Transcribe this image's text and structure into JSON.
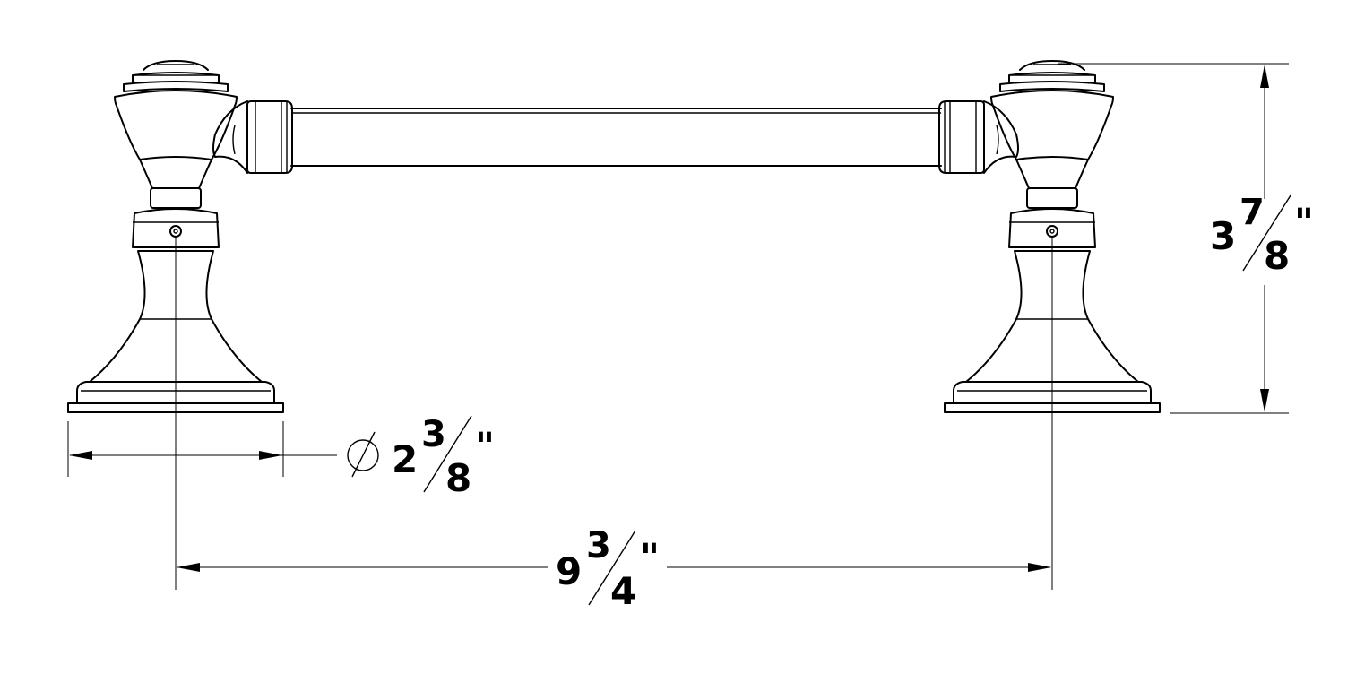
{
  "colors": {
    "stroke": "#000000",
    "background": "#ffffff"
  },
  "dimensions": {
    "height": {
      "whole": "3",
      "numerator": "7",
      "denominator": "8",
      "unit": "\""
    },
    "base_diameter": {
      "symbol": "∅",
      "whole": "2",
      "numerator": "3",
      "denominator": "8",
      "unit": "\""
    },
    "center_to_center": {
      "whole": "9",
      "numerator": "3",
      "denominator": "4",
      "unit": "\""
    }
  }
}
